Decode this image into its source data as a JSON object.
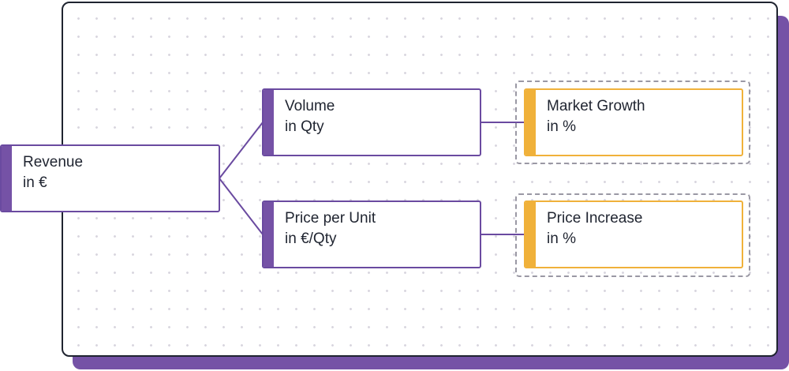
{
  "diagram": {
    "nodes": [
      {
        "id": "revenue",
        "name": "Revenue",
        "unit": "in €",
        "kind": "kpi"
      },
      {
        "id": "volume",
        "name": "Volume",
        "unit": "in Qty",
        "kind": "kpi"
      },
      {
        "id": "price",
        "name": "Price per Unit",
        "unit": "in €/Qty",
        "kind": "kpi"
      },
      {
        "id": "market-growth",
        "name": "Market Growth",
        "unit": "in %",
        "kind": "driver"
      },
      {
        "id": "price-increase",
        "name": "Price Increase",
        "unit": "in %",
        "kind": "driver"
      }
    ],
    "edges": [
      {
        "from": "revenue",
        "to": "volume"
      },
      {
        "from": "revenue",
        "to": "price"
      },
      {
        "from": "volume",
        "to": "market-growth"
      },
      {
        "from": "price",
        "to": "price-increase"
      }
    ],
    "colors": {
      "kpi_accent": "#7552a6",
      "driver_accent": "#f0b13a",
      "connector": "#6a4aa0",
      "group_border": "#9a98a4",
      "canvas_border": "#1f2430",
      "canvas_shadow": "#7552a6"
    }
  }
}
